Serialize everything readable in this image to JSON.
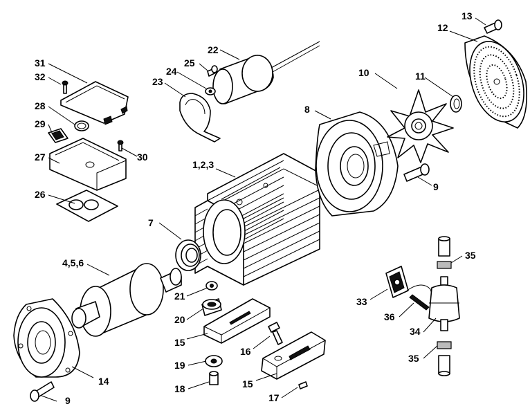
{
  "labels": {
    "l1": "1,2,3",
    "l4": "4,5,6",
    "l7": "7",
    "l8": "8",
    "l9a": "9",
    "l9b": "9",
    "l10": "10",
    "l11": "11",
    "l12": "12",
    "l13": "13",
    "l14": "14",
    "l15a": "15",
    "l15b": "15",
    "l16": "16",
    "l17": "17",
    "l18": "18",
    "l19": "19",
    "l20": "20",
    "l21": "21",
    "l22": "22",
    "l23": "23",
    "l24": "24",
    "l25": "25",
    "l26": "26",
    "l27": "27",
    "l28": "28",
    "l29": "29",
    "l30": "30",
    "l31": "31",
    "l32": "32",
    "l33": "33",
    "l34": "34",
    "l35a": "35",
    "l35b": "35",
    "l36": "36"
  }
}
